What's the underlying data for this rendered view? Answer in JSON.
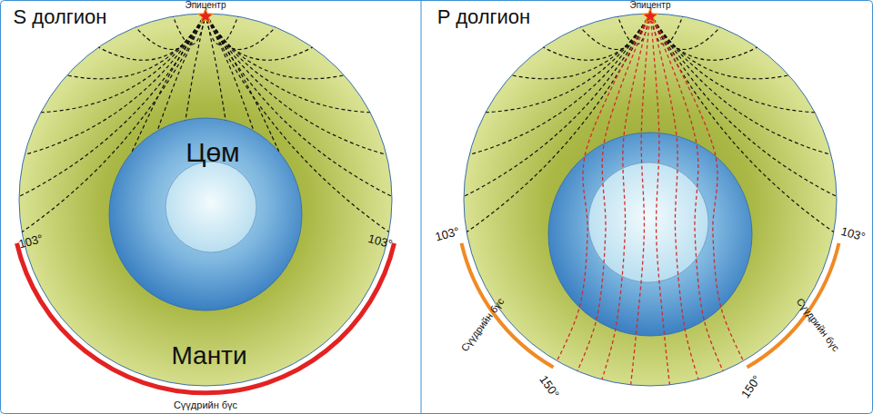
{
  "diagram": {
    "labels": [
      "S долгион",
      "Эпицентр",
      "Цөм",
      "Манти",
      "103°",
      "103°",
      "Сүүдрийн бүс",
      "P долгион",
      "Эпицентр",
      "103°",
      "Сүүдрийн бүс",
      "150°",
      "103°",
      "Сүүдрийн бүс",
      "150°"
    ]
  }
}
